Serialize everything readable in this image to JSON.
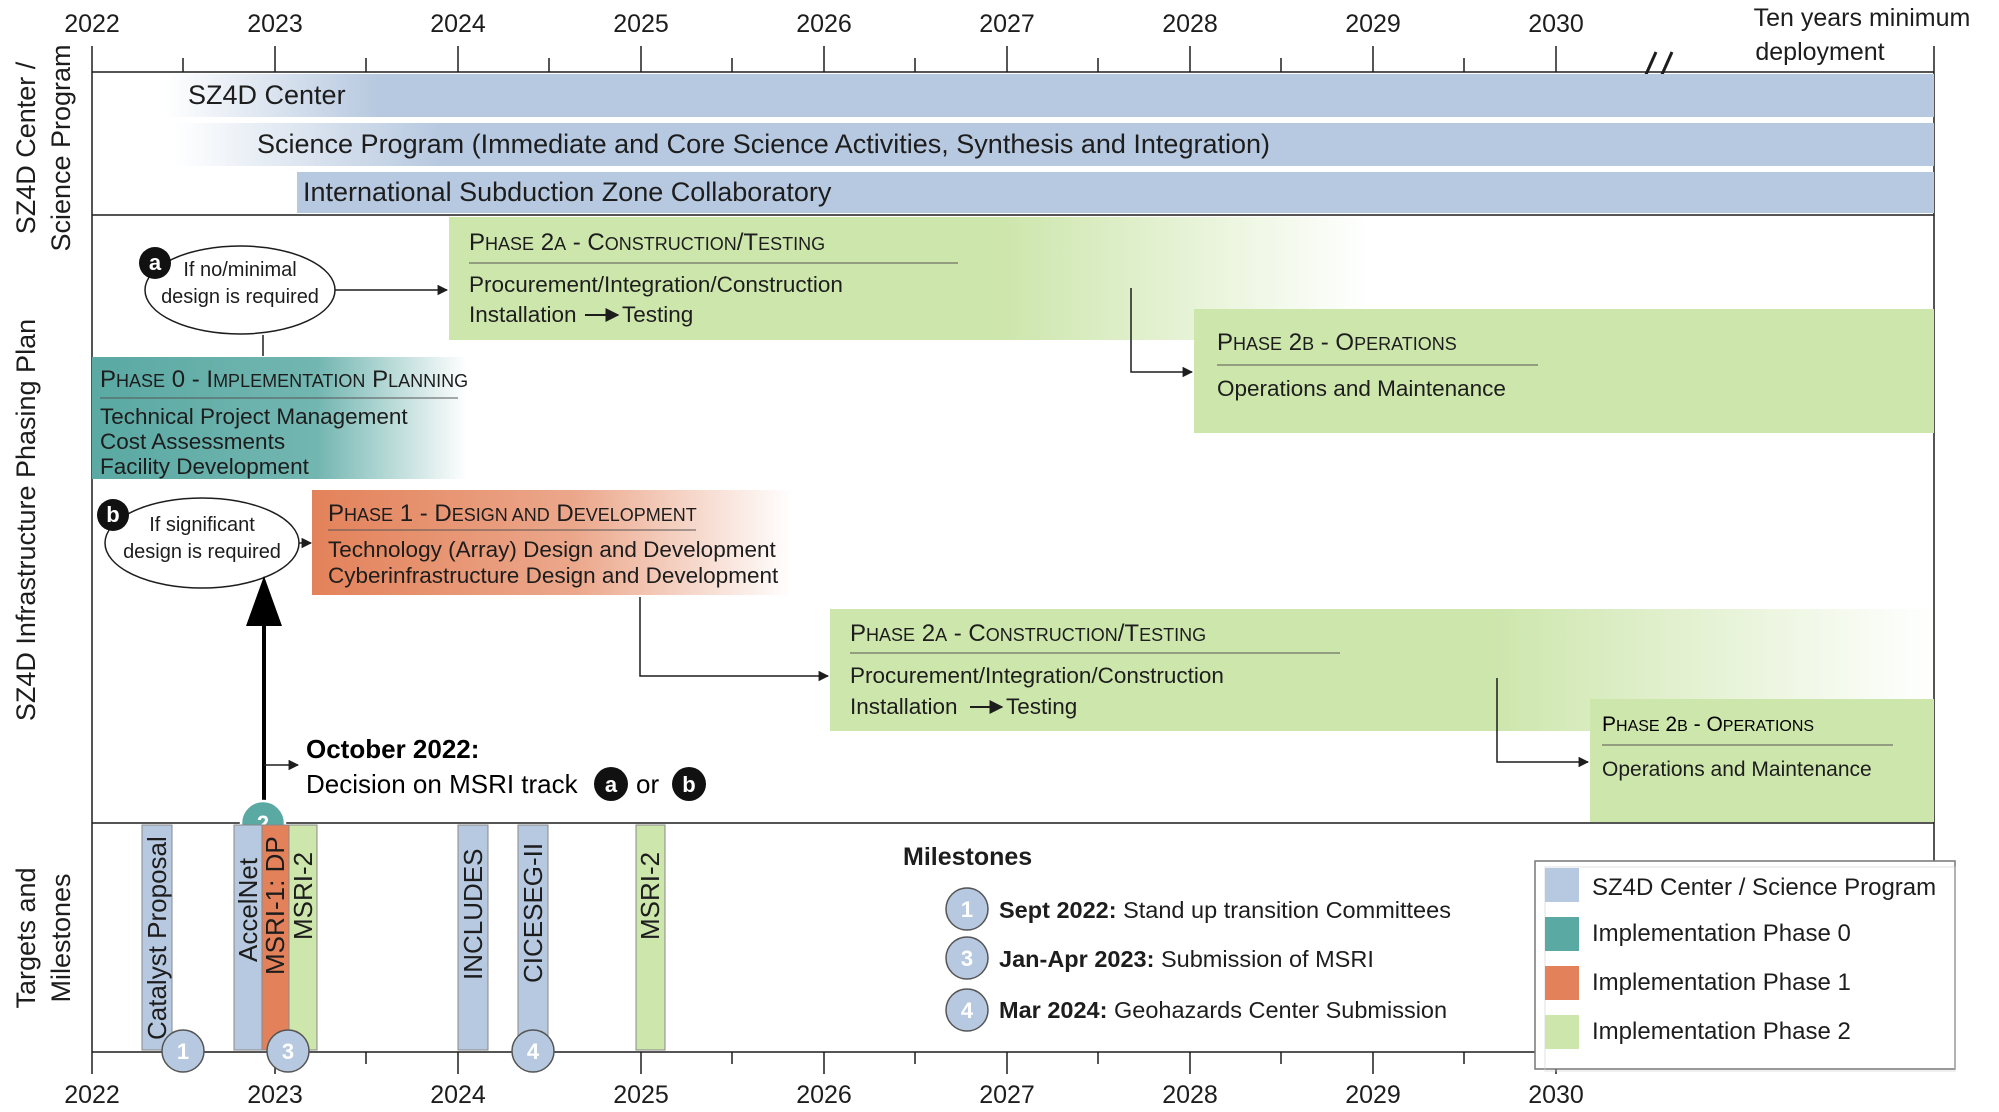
{
  "colors": {
    "center": "#b7c9e0",
    "phase0": "#5aa9a3",
    "phase1": "#e3825a",
    "phase2": "#cde6ac",
    "axis": "#1d1d1d"
  },
  "years": [
    "2022",
    "2023",
    "2024",
    "2025",
    "2026",
    "2027",
    "2028",
    "2029",
    "2030"
  ],
  "deployment_label": [
    "Ten years minimum",
    "deployment"
  ],
  "sections": {
    "center": [
      "SZ4D Center /",
      "Science Program"
    ],
    "infrastructure": "SZ4D Infrastructure Phasing Plan",
    "targets": [
      "Targets and",
      "Milestones"
    ]
  },
  "center_bars": [
    "SZ4D Center",
    "Science Program (Immediate and Core Science Activities, Synthesis and Integration)",
    "International Subduction Zone Collaboratory"
  ],
  "oval_a": {
    "letter": "a",
    "lines": [
      "If no/minimal",
      "design is required"
    ]
  },
  "oval_b": {
    "letter": "b",
    "lines": [
      "If significant",
      "design is required"
    ]
  },
  "phase0": {
    "title_parts": [
      "P",
      "HASE",
      " 0 - I",
      "MPLEMENTATION",
      " P",
      "LANNING"
    ],
    "lines": [
      "Technical Project Management",
      "Cost Assessments",
      "Facility Development"
    ]
  },
  "phase1": {
    "title_parts": [
      "P",
      "HASE",
      " 1 - D",
      "ESIGN AND",
      " D",
      "EVELOPMENT"
    ],
    "lines": [
      "Technology (Array) Design and Development",
      "Cyberinfrastructure Design and Development"
    ]
  },
  "phase2a_top": {
    "title_parts": [
      "P",
      "HASE",
      " 2",
      "A",
      " - C",
      "ONSTRUCTION",
      "/T",
      "ESTING"
    ],
    "line1": "Procurement/Integration/Construction",
    "line2a": "Installation",
    "line2b": "Testing"
  },
  "phase2b_top": {
    "title_parts": [
      "P",
      "HASE",
      " 2",
      "B",
      " - O",
      "PERATIONS"
    ],
    "line1": "Operations and Maintenance"
  },
  "phase2a_bottom": {
    "title_parts": [
      "P",
      "HASE",
      " 2",
      "A",
      " - C",
      "ONSTRUCTION",
      "/T",
      "ESTING"
    ],
    "line1": "Procurement/Integration/Construction",
    "line2a": "Installation",
    "line2b": "Testing"
  },
  "phase2b_bottom": {
    "title_parts": [
      "P",
      "HASE",
      " 2",
      "B",
      " - O",
      "PERATIONS"
    ],
    "line1": "Operations and Maintenance"
  },
  "decision": {
    "number": "2",
    "title": "October 2022:",
    "text": "Decision on MSRI track",
    "letter_a": "a",
    "or": "or",
    "letter_b": "b"
  },
  "target_bars": [
    {
      "label": "Catalyst Proposal",
      "type": "center"
    },
    {
      "label": "AccelNet",
      "type": "center"
    },
    {
      "label": "MSRI-1: DP",
      "type": "phase1"
    },
    {
      "label": "MSRI-2",
      "type": "phase2"
    },
    {
      "label": "INCLUDES",
      "type": "center"
    },
    {
      "label": "CICESEG-II",
      "type": "center"
    },
    {
      "label": "MSRI-2",
      "type": "phase2"
    }
  ],
  "milestone_markers": [
    "1",
    "3",
    "4"
  ],
  "milestones": {
    "title": "Milestones",
    "items": [
      {
        "num": "1",
        "date": "Sept 2022:",
        "text": "Stand up transition Committees"
      },
      {
        "num": "3",
        "date": "Jan-Apr 2023:",
        "text": "Submission of MSRI"
      },
      {
        "num": "4",
        "date": "Mar 2024:",
        "text": "Geohazards Center Submission"
      }
    ]
  },
  "legend": [
    {
      "label": "SZ4D Center / Science Program",
      "type": "center"
    },
    {
      "label": "Implementation Phase 0",
      "type": "phase0"
    },
    {
      "label": "Implementation Phase 1",
      "type": "phase1"
    },
    {
      "label": "Implementation Phase 2",
      "type": "phase2"
    }
  ]
}
